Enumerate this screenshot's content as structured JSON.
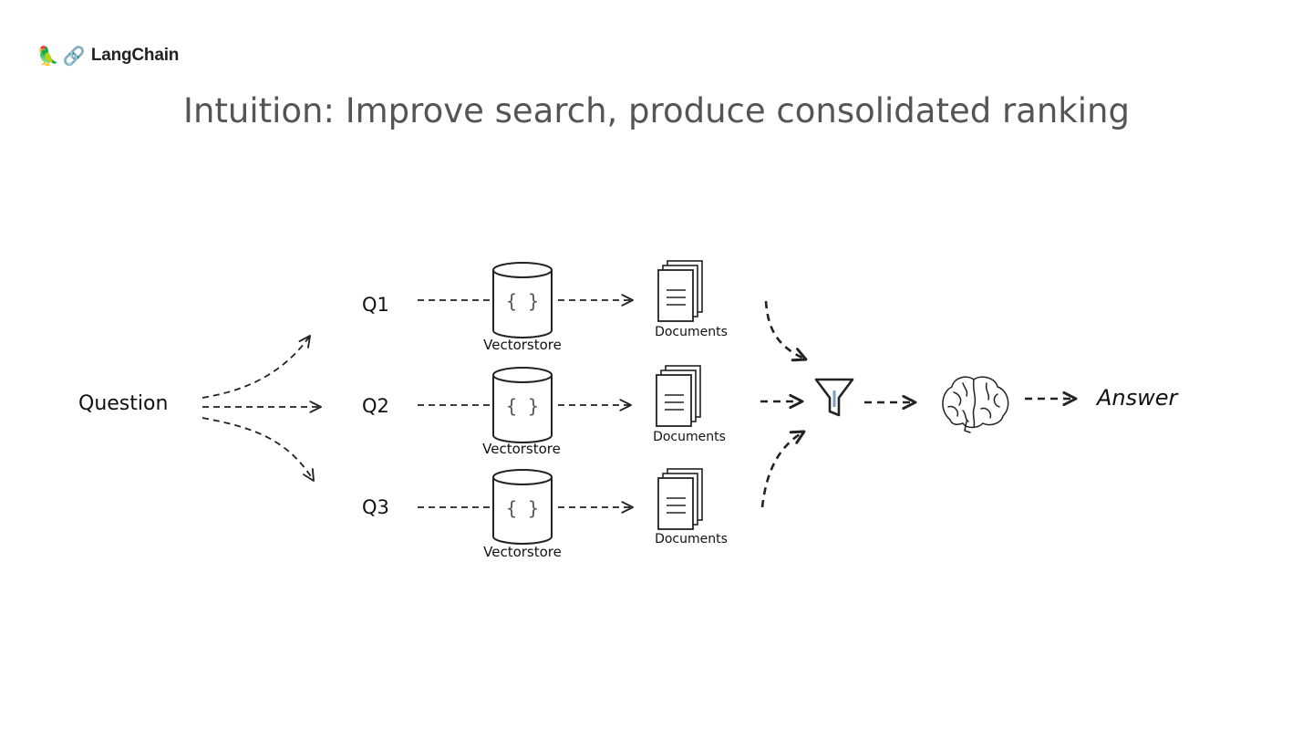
{
  "header": {
    "logo_icons": [
      "parrot-icon",
      "link-icon"
    ],
    "logo_text": "LangChain"
  },
  "slide": {
    "title": "Intuition: Improve search, produce consolidated ranking"
  },
  "diagram": {
    "input_label": "Question",
    "queries": [
      {
        "label": "Q1",
        "store_label": "Vectorstore",
        "store_glyph": "{ }",
        "docs_label": "Documents"
      },
      {
        "label": "Q2",
        "store_label": "Vectorstore",
        "store_glyph": "{ }",
        "docs_label": "Documents"
      },
      {
        "label": "Q3",
        "store_label": "Vectorstore",
        "store_glyph": "{ }",
        "docs_label": "Documents"
      }
    ],
    "ranking_icon": "filter-icon",
    "llm_icon": "brain-icon",
    "output_label": "Answer"
  }
}
